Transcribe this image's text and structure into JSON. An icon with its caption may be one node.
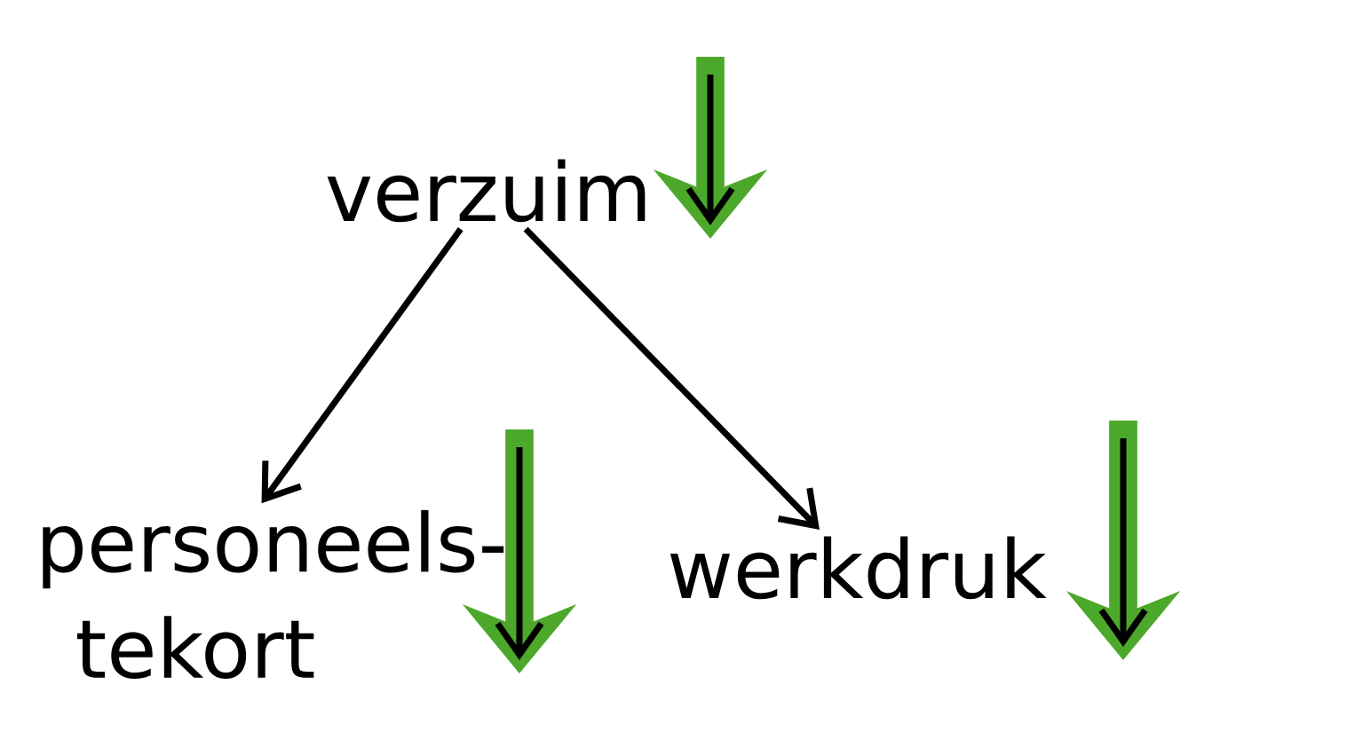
{
  "diagram": {
    "nodes": [
      {
        "text": [
          "verzuim"
        ]
      },
      {
        "text": [
          "personeels- tekort"
        ]
      },
      {
        "text": [
          "werkdruk"
        ]
      }
    ],
    "edges": [
      {
        "from": 0,
        "to": 1,
        "arrow": "to"
      },
      {
        "from": 0,
        "to": 2,
        "arrow": "to"
      }
    ]
  }
}
